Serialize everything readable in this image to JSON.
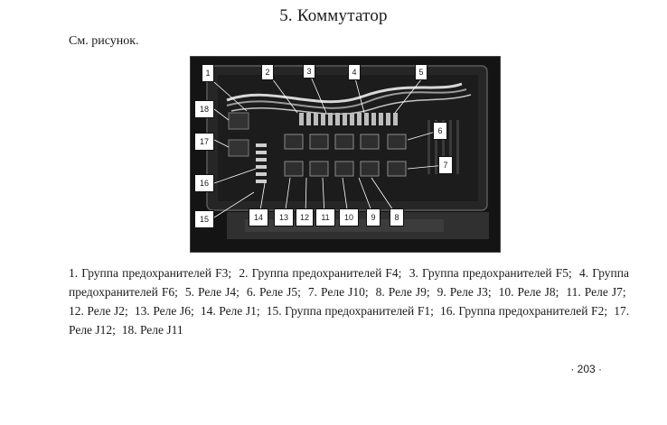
{
  "heading": "5. Коммутатор",
  "see_figure": "См. рисунок.",
  "callouts": [
    "1",
    "2",
    "3",
    "4",
    "5",
    "6",
    "7",
    "8",
    "9",
    "10",
    "11",
    "12",
    "13",
    "14",
    "15",
    "16",
    "17",
    "18"
  ],
  "legend": [
    "1. Группа предохранителей F3;",
    "2. Группа предохранителей F4;",
    "3. Группа предохранителей F5;",
    "4. Группа предохранителей F6;",
    "5. Реле J4;",
    "6. Реле J5;",
    "7. Реле J10;",
    "8. Реле J9;",
    "9. Реле J3;",
    "10. Реле J8;",
    "11. Реле J7;",
    "12. Реле J2;",
    "13. Реле J6;",
    "14. Реле J1;",
    "15. Группа предохранителей F1;",
    "16. Группа предохранителей F2;",
    "17. Реле J12;",
    "18. Реле J11"
  ],
  "page_number": "· 203 ·"
}
